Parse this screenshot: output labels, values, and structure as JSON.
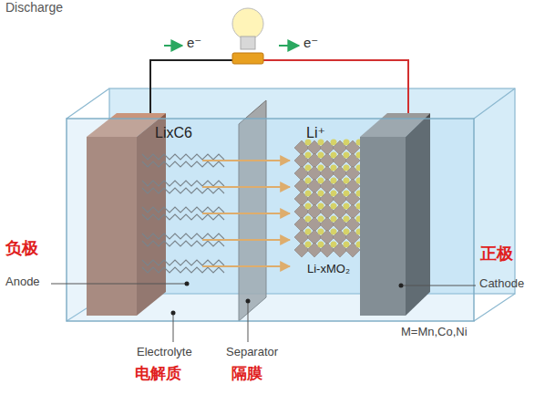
{
  "diagram": {
    "title": "Discharge",
    "labels": [
      "e⁻",
      "e⁻",
      "LixC6",
      "Li⁺",
      "负极",
      "Anode",
      "正极",
      "Li-xMO₂",
      "Cathode",
      "M=Mn,Co,Ni",
      "Electrolyte",
      "Separator",
      "电解质",
      "隔膜"
    ]
  }
}
